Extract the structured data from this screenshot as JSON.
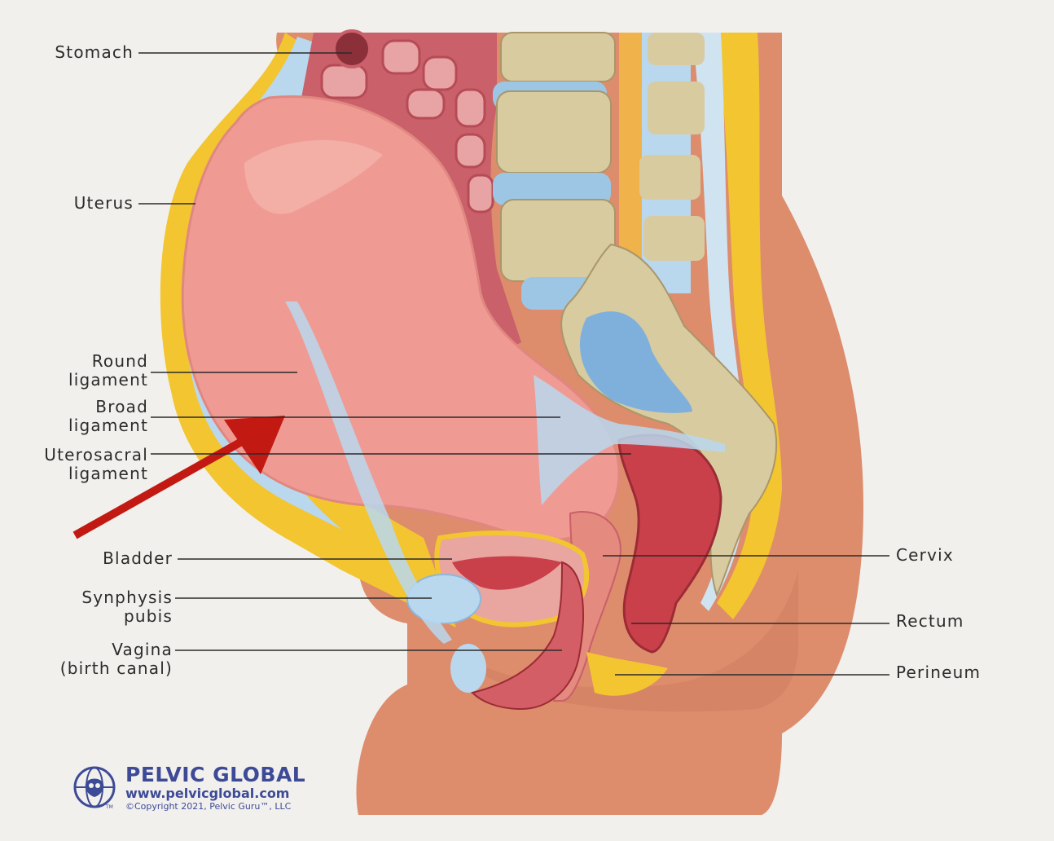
{
  "labels": {
    "stomach": "Stomach",
    "uterus": "Uterus",
    "round_ligament": [
      "Round",
      "ligament"
    ],
    "broad_ligament": [
      "Broad",
      "ligament"
    ],
    "uterosacral_ligament": [
      "Uterosacral",
      "ligament"
    ],
    "bladder": "Bladder",
    "synphysis_pubis": [
      "Synphysis",
      "pubis"
    ],
    "vagina": [
      "Vagina",
      "(birth canal)"
    ],
    "cervix": "Cervix",
    "rectum": "Rectum",
    "perineum": "Perineum"
  },
  "logo": {
    "title": "PELVIC GLOBAL",
    "url": "www.pelvicglobal.com",
    "copyright": "©Copyright 2021, Pelvic Guru™, LLC",
    "tm": "TM"
  },
  "colors": {
    "background": "#f2f0ed",
    "skin": "#dd8c6c",
    "fat": "#f2c531",
    "uterus": "#ef9b93",
    "bone": "#d9cba0",
    "disc": "#9cc6e4",
    "rectum": "#c9404a",
    "arrow": "#c21a12",
    "leader": "#2b2b2b"
  }
}
